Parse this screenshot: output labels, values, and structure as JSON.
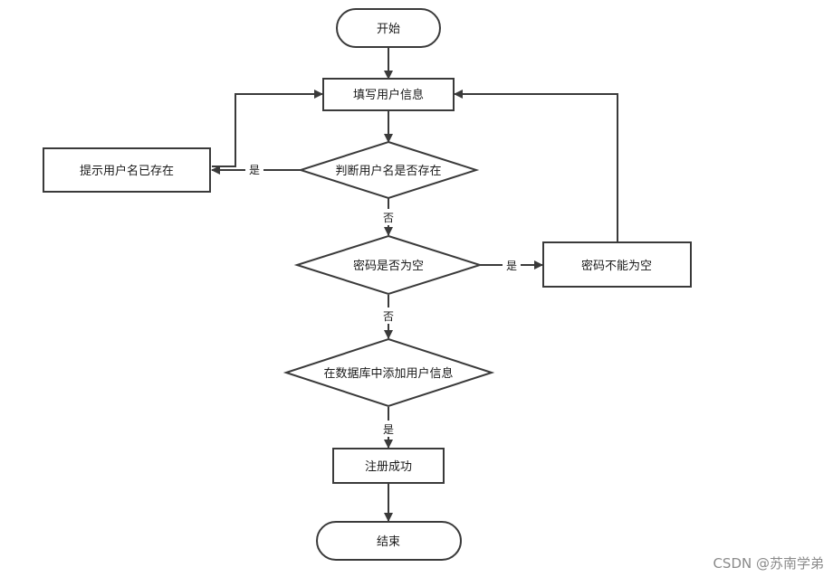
{
  "nodes": {
    "start": "开始",
    "fill_info": "填写用户信息",
    "check_username": "判断用户名是否存在",
    "username_exists": "提示用户名已存在",
    "password_empty_q": "密码是否为空",
    "password_not_empty": "密码不能为空",
    "add_to_db": "在数据库中添加用户信息",
    "register_success": "注册成功",
    "end": "结束"
  },
  "edges": {
    "yes_left": "是",
    "no_1": "否",
    "yes_right": "是",
    "no_2": "否",
    "yes_down": "是"
  },
  "watermark": "CSDN @苏南学弟"
}
